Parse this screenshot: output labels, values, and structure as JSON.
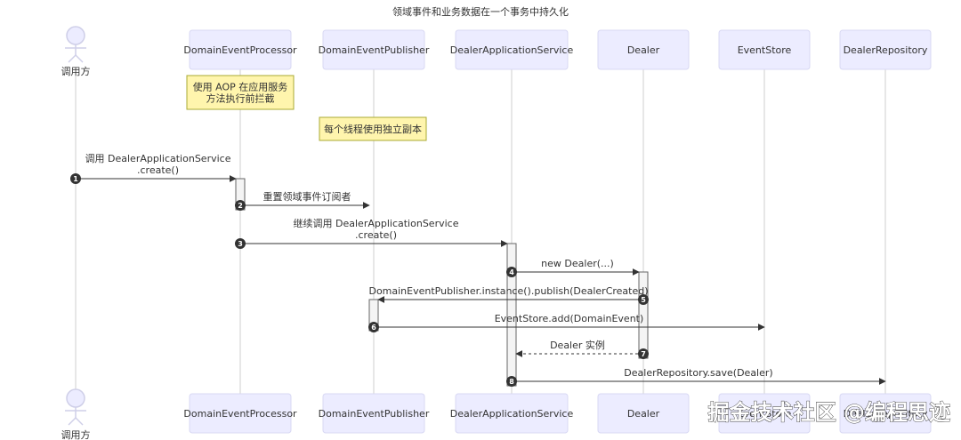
{
  "title": "领域事件和业务数据在一个事务中持久化",
  "actors": [
    {
      "id": "caller",
      "label": "调用方",
      "kind": "person"
    },
    {
      "id": "processor",
      "label": "DomainEventProcessor",
      "kind": "box"
    },
    {
      "id": "publisher",
      "label": "DomainEventPublisher",
      "kind": "box"
    },
    {
      "id": "appservice",
      "label": "DealerApplicationService",
      "kind": "box"
    },
    {
      "id": "dealer",
      "label": "Dealer",
      "kind": "box"
    },
    {
      "id": "eventstore",
      "label": "EventStore",
      "kind": "box"
    },
    {
      "id": "repository",
      "label": "DealerRepository",
      "kind": "box"
    }
  ],
  "notes": [
    {
      "over": "processor",
      "lines": [
        "使用 AOP 在应用服务",
        "方法执行前拦截"
      ]
    },
    {
      "over": "publisher",
      "lines": [
        "每个线程使用独立副本"
      ]
    }
  ],
  "messages": [
    {
      "seq": "1",
      "from": "caller",
      "to": "processor",
      "lines": [
        "调用 DealerApplicationService",
        ".create()"
      ],
      "style": "solid"
    },
    {
      "seq": "2",
      "from": "processor",
      "to": "publisher",
      "lines": [
        "重置领域事件订阅者"
      ],
      "style": "solid"
    },
    {
      "seq": "3",
      "from": "processor",
      "to": "appservice",
      "lines": [
        "继续调用 DealerApplicationService",
        ".create()"
      ],
      "style": "solid"
    },
    {
      "seq": "4",
      "from": "appservice",
      "to": "dealer",
      "lines": [
        "new Dealer(...)"
      ],
      "style": "solid"
    },
    {
      "seq": "5",
      "from": "dealer",
      "to": "publisher",
      "lines": [
        "DomainEventPublisher.instance().publish(DealerCreated)"
      ],
      "style": "solid"
    },
    {
      "seq": "6",
      "from": "publisher",
      "to": "eventstore",
      "lines": [
        "EventStore.add(DomainEvent)"
      ],
      "style": "solid"
    },
    {
      "seq": "7",
      "from": "dealer",
      "to": "appservice",
      "lines": [
        "Dealer 实例"
      ],
      "style": "dashed"
    },
    {
      "seq": "8",
      "from": "appservice",
      "to": "repository",
      "lines": [
        "DealerRepository.save(Dealer)"
      ],
      "style": "solid"
    }
  ],
  "watermark": "掘金技术社区 @编程思迹"
}
